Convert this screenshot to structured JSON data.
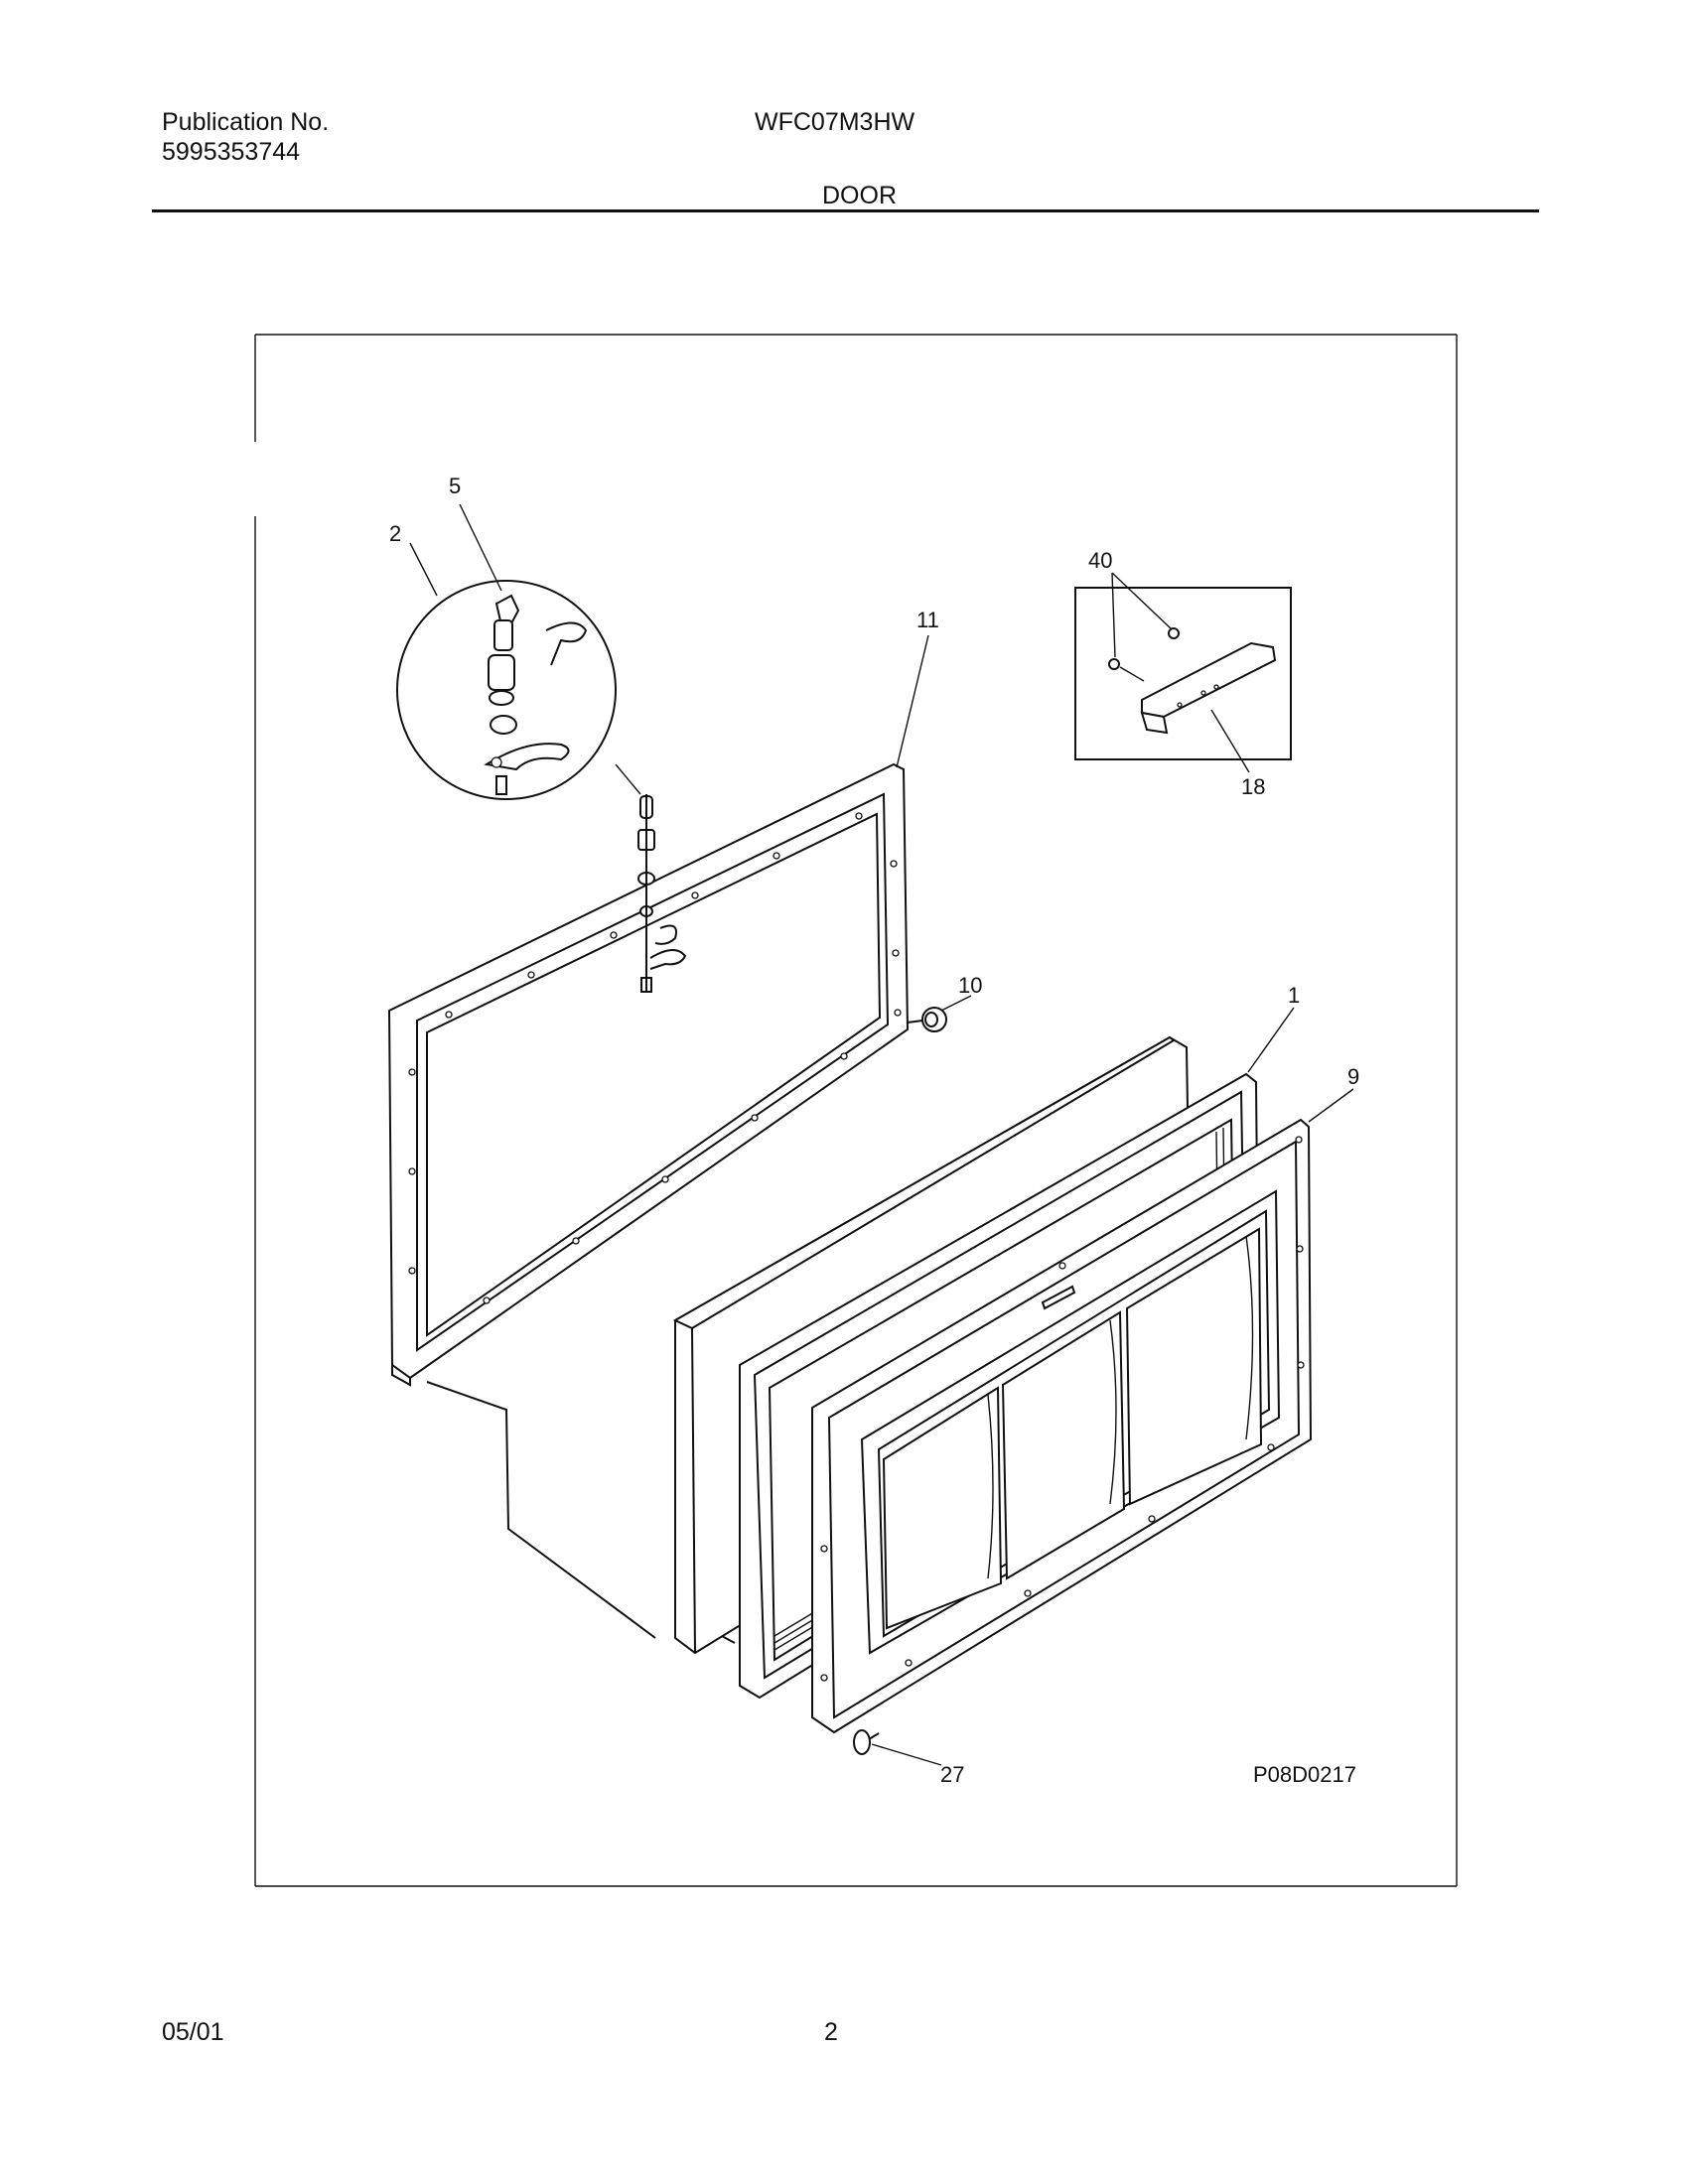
{
  "header": {
    "publication_label": "Publication No.",
    "publication_number": "5995353744",
    "model": "WFC07M3HW",
    "section": "DOOR"
  },
  "diagram": {
    "drawing_id": "P08D0217",
    "callouts": [
      "5",
      "2",
      "40",
      "11",
      "18",
      "10",
      "1",
      "9",
      "27"
    ]
  },
  "footer": {
    "date": "05/01",
    "page": "2"
  }
}
